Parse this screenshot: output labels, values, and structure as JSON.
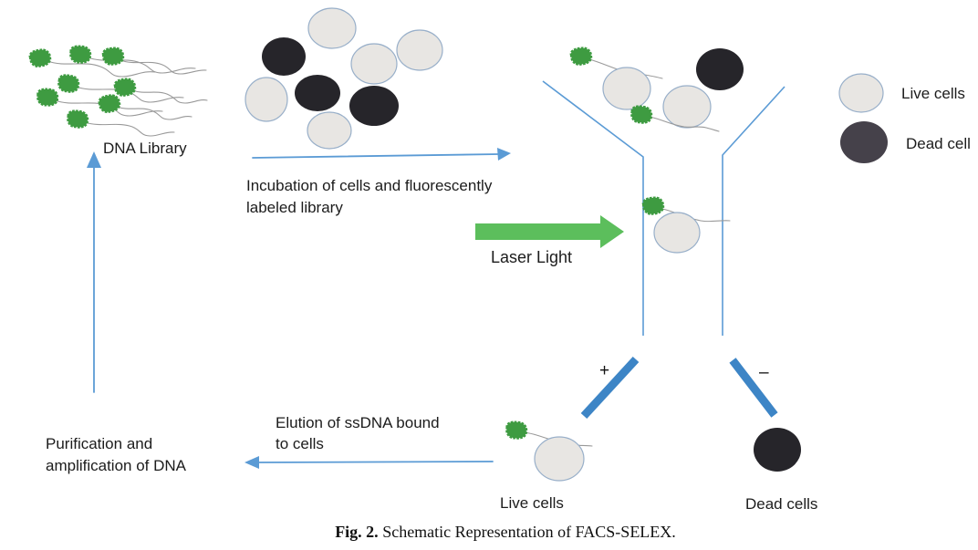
{
  "figure": {
    "caption_prefix": "Fig. 2.",
    "caption_text": "Schematic Representation of FACS-SELEX."
  },
  "labels": {
    "dna_library": "DNA Library",
    "incubation_line1": "Incubation of cells and fluorescently",
    "incubation_line2": "labeled library",
    "laser_light": "Laser Light",
    "elution_line1": "Elution of ssDNA bound",
    "elution_line2": "to cells",
    "purification_line1": "Purification and",
    "purification_line2": "amplification of DNA",
    "sorted_live_label": "Live cells",
    "sorted_dead_label": "Dead cells",
    "plus_plate": "+",
    "minus_plate": "–"
  },
  "legend": {
    "live_label": "Live cells",
    "dead_label": "Dead cell"
  },
  "colors": {
    "arrow_blue": "#5B9BD5",
    "plate_blue": "#3D85C6",
    "laser_green": "#5CBE5C",
    "aptamer_green": "#3E9B41",
    "live_cell_fill": "#E8E6E3",
    "live_cell_stroke": "#98AFC9",
    "dead_cell_fill": "#26252A",
    "legend_dead_fill": "#45414A",
    "strand_gray": "#999999",
    "text_color": "#1C1C1C"
  }
}
